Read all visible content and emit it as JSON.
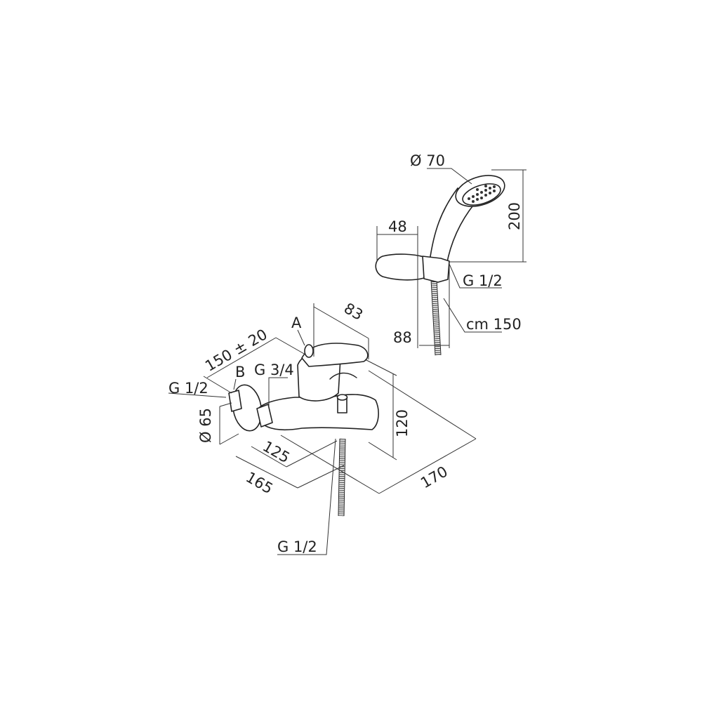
{
  "drawing": {
    "title": "Bath/shower mixer dimension drawing",
    "shower": {
      "head_diameter": "Ø 70",
      "height": "200",
      "holder_width": "48",
      "connection": "G 1/2",
      "hose_length": "cm 150",
      "holder_depth": "88"
    },
    "mixer": {
      "label_a": "A",
      "handle_depth": "83",
      "center_distance": "150 ± 20",
      "label_b": "B",
      "eccentric_thread": "G 3/4",
      "inlet_thread": "G 1/2",
      "flange_diameter": "Ø 65",
      "spout_125": "125",
      "spout_165": "165",
      "height": "120",
      "depth": "170",
      "outlet_thread": "G 1/2"
    }
  }
}
